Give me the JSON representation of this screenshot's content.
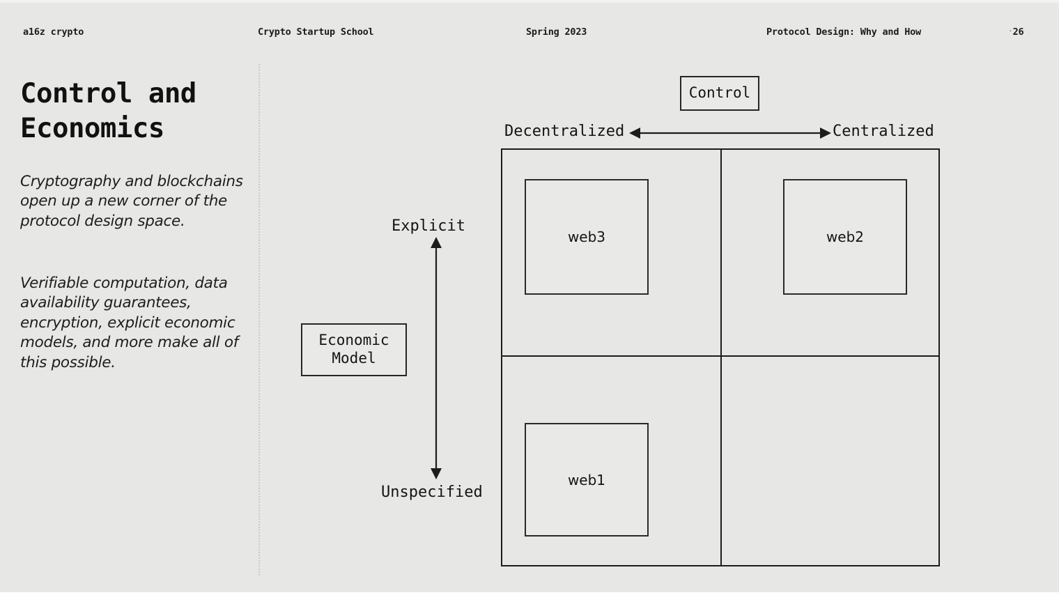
{
  "header": {
    "brand": "a16z crypto",
    "course": "Crypto Startup School",
    "term": "Spring 2023",
    "lecture": "Protocol Design: Why and How",
    "page_mark": "·",
    "page_number": "26"
  },
  "slide": {
    "title": "Control and Economics",
    "paragraph_1": "Cryptography and blockchains open up a new corner of the protocol design space.",
    "paragraph_2": "Verifiable computation, data availability guarantees, encryption, explicit economic models, and more make all of this possible."
  },
  "diagram": {
    "x_axis": {
      "name": "Control",
      "left_label": "Decentralized",
      "right_label": "Centralized"
    },
    "y_axis": {
      "name": "Economic\nModel",
      "top_label": "Explicit",
      "bottom_label": "Unspecified"
    },
    "quadrants": {
      "top_left": "web3",
      "top_right": "web2",
      "bottom_left": "web1",
      "bottom_right": ""
    }
  },
  "chart_data": {
    "type": "scatter",
    "title": "Control and Economics",
    "xlabel": "Control",
    "ylabel": "Economic Model",
    "x_ticks": [
      "Decentralized",
      "Centralized"
    ],
    "y_ticks": [
      "Unspecified",
      "Explicit"
    ],
    "grid": true,
    "legend": "none",
    "points": [
      {
        "label": "web3",
        "x": "Decentralized",
        "y": "Explicit",
        "quadrant": "top-left"
      },
      {
        "label": "web2",
        "x": "Centralized",
        "y": "Explicit",
        "quadrant": "top-right"
      },
      {
        "label": "web1",
        "x": "Decentralized",
        "y": "Unspecified",
        "quadrant": "bottom-left"
      }
    ]
  },
  "colors": {
    "background": "#e7e8e5",
    "ink": "#141414",
    "rule": "#c9cac6"
  }
}
